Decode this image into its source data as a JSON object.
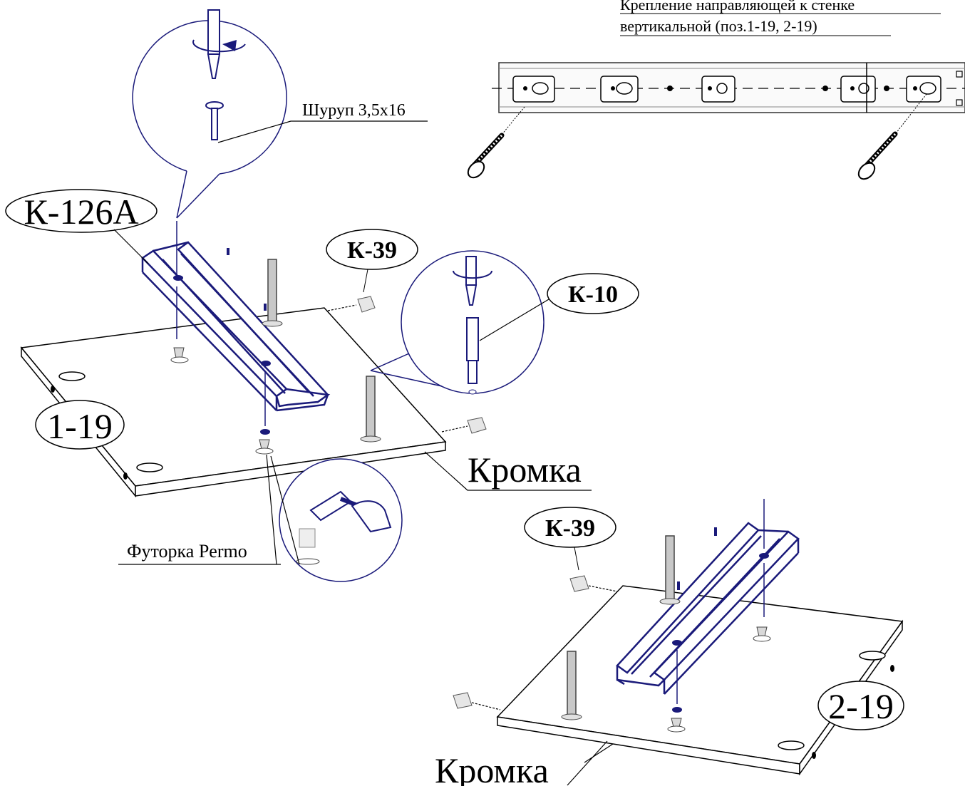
{
  "header": {
    "line1": "Крепление направляющей к стенке",
    "line2": "вертикальной (поз.1-19, 2-19)"
  },
  "labels": {
    "screw": "Шуруп 3,5х16",
    "rail": "К-126А",
    "panel_left": "1-19",
    "panel_right": "2-19",
    "k39_left": "К-39",
    "k39_right": "К-39",
    "k10": "К-10",
    "edge_left": "Кромка",
    "edge_right": "Кромка",
    "dowel": "Футорка Permo"
  },
  "colors": {
    "ink": "#000000",
    "rail": "#1a1a7a",
    "part": "#d9d9d9"
  }
}
